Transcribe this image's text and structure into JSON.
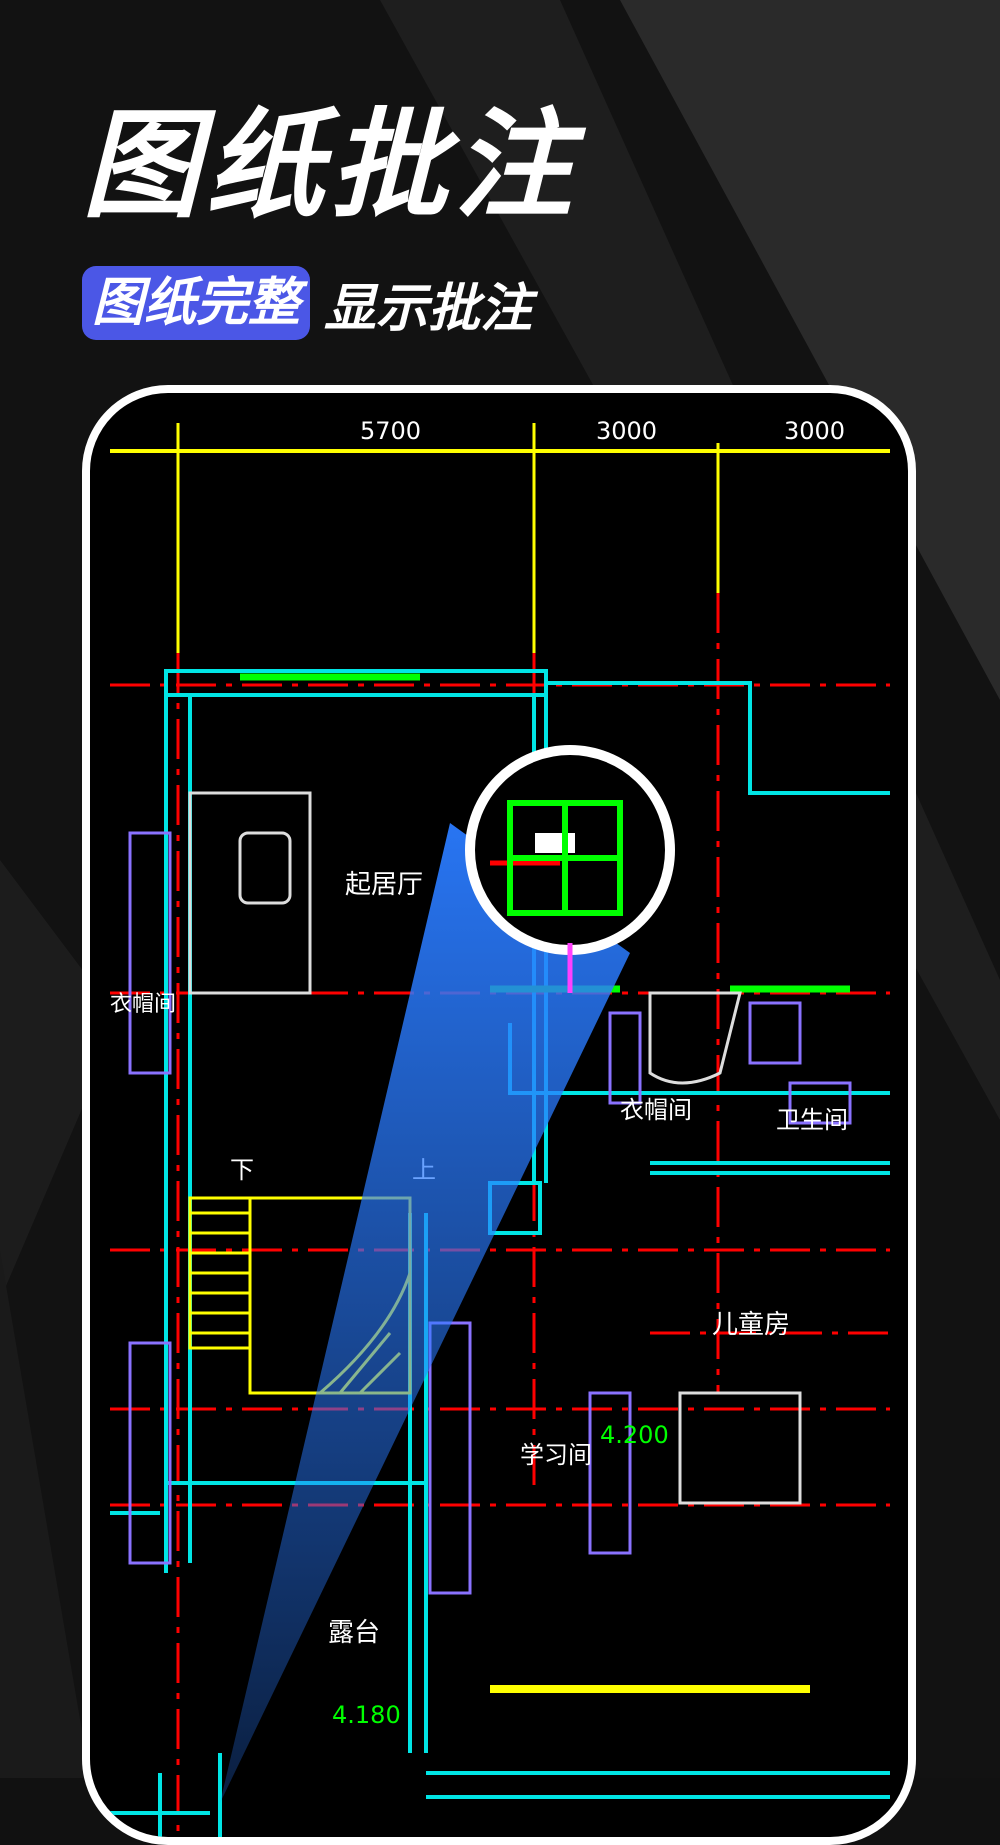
{
  "headline": "图纸批注",
  "tag": "图纸完整",
  "subtext": "显示批注",
  "drawing": {
    "dimensions": [
      "5700",
      "3000",
      "3000"
    ],
    "rooms": {
      "living": "起居厅",
      "closet_left": "衣帽间",
      "closet_mid": "衣帽间",
      "bathroom": "卫生间",
      "kids": "儿童房",
      "study": "学习间",
      "balcony": "露台",
      "down": "下",
      "up": "上"
    },
    "elevations": [
      "4.200",
      "4.180"
    ]
  },
  "colors": {
    "background": "#111111",
    "accent": "#4b57e6",
    "axis": "#ffff00",
    "wall": "#00e5e5",
    "grid": "#ff0000",
    "window": "#00ff00",
    "magnifier_beam": "#2a7bff"
  }
}
